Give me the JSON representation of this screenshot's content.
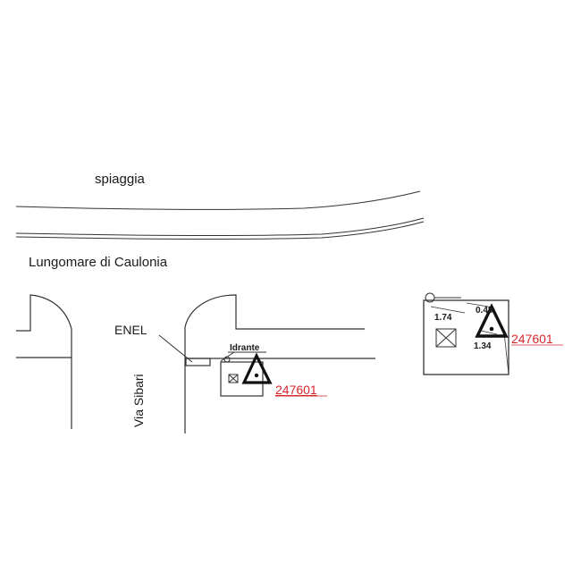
{
  "map": {
    "labels": {
      "beach": "spiaggia",
      "promenade": "Lungomare di Caulonia",
      "street": "Via Sibari",
      "utility": "ENEL",
      "hydrant": "Idrante"
    },
    "benchmark": {
      "code": "247601"
    },
    "detail": {
      "code": "247601",
      "distances": [
        "0.48",
        "1.74",
        "1.34"
      ]
    }
  },
  "colors": {
    "lines": "#333333",
    "text": "#1a1a1a",
    "benchmark_code": "#d9262b"
  },
  "icons": {
    "benchmark": "triangle-benchmark-icon",
    "hydrant": "circle-hydrant-icon",
    "manhole": "crossed-box-manhole-icon"
  }
}
